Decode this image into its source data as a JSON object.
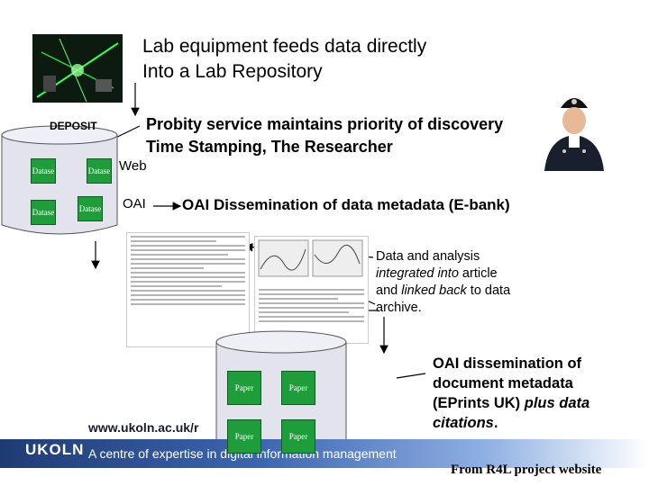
{
  "title": {
    "line1": "Lab equipment feeds data directly",
    "line2": "Into a Lab Repository"
  },
  "probity": {
    "line1": "Probity service maintains priority of discovery",
    "line2": "Time Stamping, The Researcher"
  },
  "deposit_label": "DEPOSIT",
  "repo_boxes": [
    "Datase",
    "Datase",
    "Datase",
    "Datase"
  ],
  "web_label": "Web",
  "oai_label": "OAI",
  "oai_dissemination": "OAI Dissemination of data metadata (E-bank)",
  "analysis": {
    "p1": "Data and analysis",
    "p2": "integrated into",
    "p3": " article",
    "p4": "and ",
    "p5": "linked back",
    "p6": " to data",
    "p7": "archive."
  },
  "paper_boxes": [
    "Paper",
    "Paper",
    "Paper",
    "Paper"
  ],
  "oai_doc": {
    "line1": "OAI dissemination of",
    "line2": "document metadata",
    "line3": "(EPrints UK) ",
    "line3_italic": "plus data",
    "line4": "citations",
    "line4_end": "."
  },
  "url": "www.ukoln.ac.uk/r",
  "footer": {
    "logo": "UKOLN",
    "tagline": "A centre of expertise in digital information management",
    "source": "From R4L project website"
  },
  "colors": {
    "repo_cylinder": "#d6d6e6",
    "box_green": "#1f9d3a",
    "footer_blue": "#1f3b74"
  }
}
